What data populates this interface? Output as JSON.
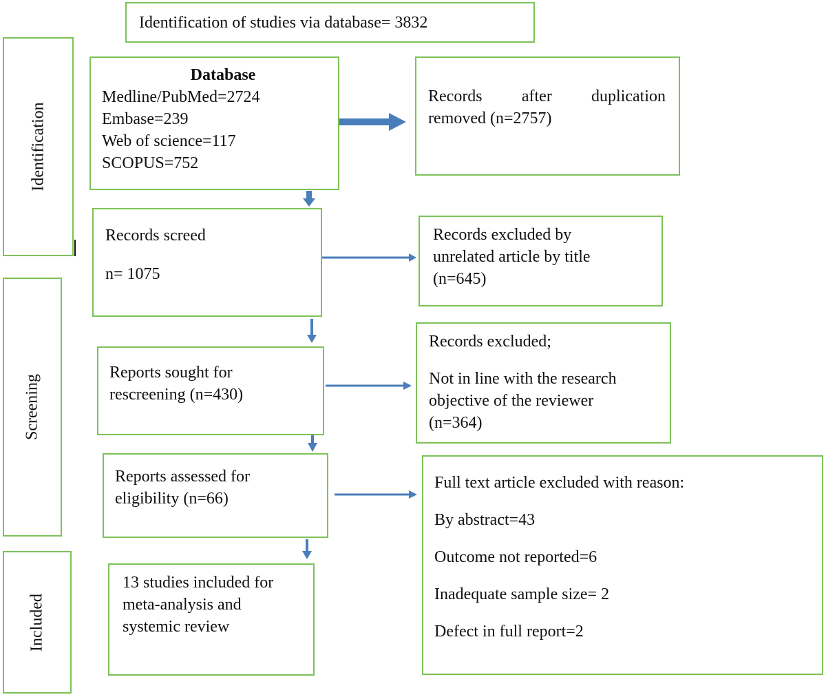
{
  "header": {
    "text": "Identification of studies via database= 3832"
  },
  "stages": {
    "identification": "Identification",
    "screening": "Screening",
    "included": "Included"
  },
  "database": {
    "title": "Database",
    "lines": [
      "Medline/PubMed=2724",
      "Embase=239",
      "Web of science=117",
      "SCOPUS=752"
    ]
  },
  "duplicates": {
    "lines": [
      "Records after duplication",
      "removed (n=2757)"
    ]
  },
  "screened": {
    "label": "Records screed",
    "count": "n= 1075"
  },
  "excluded_title": {
    "lines": [
      "Records excluded by",
      "unrelated article by title",
      "(n=645)"
    ]
  },
  "sought": {
    "lines": [
      "Reports sought for",
      "rescreening (n=430)"
    ]
  },
  "excluded_objective": {
    "heading": "Records excluded;",
    "lines": [
      "Not in line with the research",
      "objective of the reviewer",
      "(n=364)"
    ]
  },
  "assessed": {
    "lines": [
      "Reports assessed for",
      "eligibility (n=66)"
    ]
  },
  "fulltext_excluded": {
    "lines": [
      "Full text article excluded with reason:",
      "By abstract=43",
      "Outcome not reported=6",
      "Inadequate sample size= 2",
      "Defect in full report=2"
    ]
  },
  "included": {
    "lines": [
      "13 studies included for",
      "meta-analysis and",
      "systemic review"
    ]
  },
  "colors": {
    "box_border": "#7cc257",
    "arrow": "#4a7ebb"
  }
}
